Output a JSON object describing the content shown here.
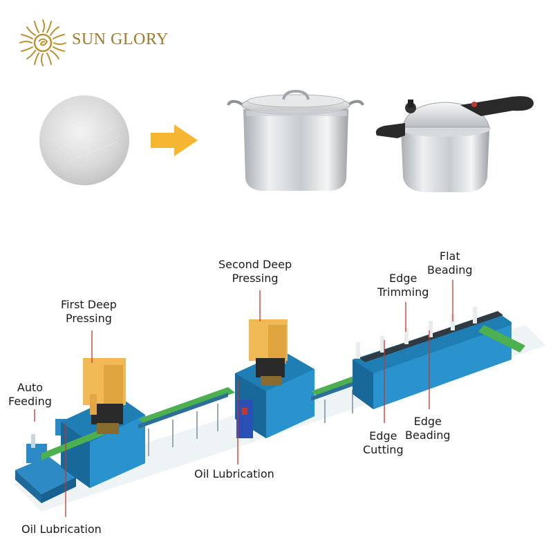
{
  "brand": {
    "name": "SUN GLORY",
    "logo_icon": "sun-swirl-logo-icon",
    "color": "#9c7a2e"
  },
  "products": {
    "blank": "aluminum-disc-circle",
    "arrow_color": "#f5b731",
    "items": [
      "stock-pot-icon",
      "pressure-cooker-icon"
    ]
  },
  "stations": {
    "auto_feeding": {
      "line1": "Auto",
      "line2": "Feeding"
    },
    "first_deep_pressing": {
      "line1": "First Deep",
      "line2": "Pressing"
    },
    "second_deep_pressing": {
      "line1": "Second Deep",
      "line2": "Pressing"
    },
    "edge_trimming": {
      "line1": "Edge",
      "line2": "Trimming"
    },
    "flat_beading": {
      "line1": "Flat",
      "line2": "Beading"
    },
    "edge_beading": {
      "line1": "Edge",
      "line2": "Beading"
    },
    "edge_cutting": {
      "line1": "Edge",
      "line2": "Cutting"
    },
    "oil_lubrication_mid": "Oil Lubrication",
    "oil_lubrication_left": "Oil Lubrication"
  },
  "colors": {
    "machine_blue": "#1f7fb5",
    "press_yellow": "#f1b955",
    "conveyor_green": "#4caf50",
    "leader_red": "#c0392b"
  }
}
